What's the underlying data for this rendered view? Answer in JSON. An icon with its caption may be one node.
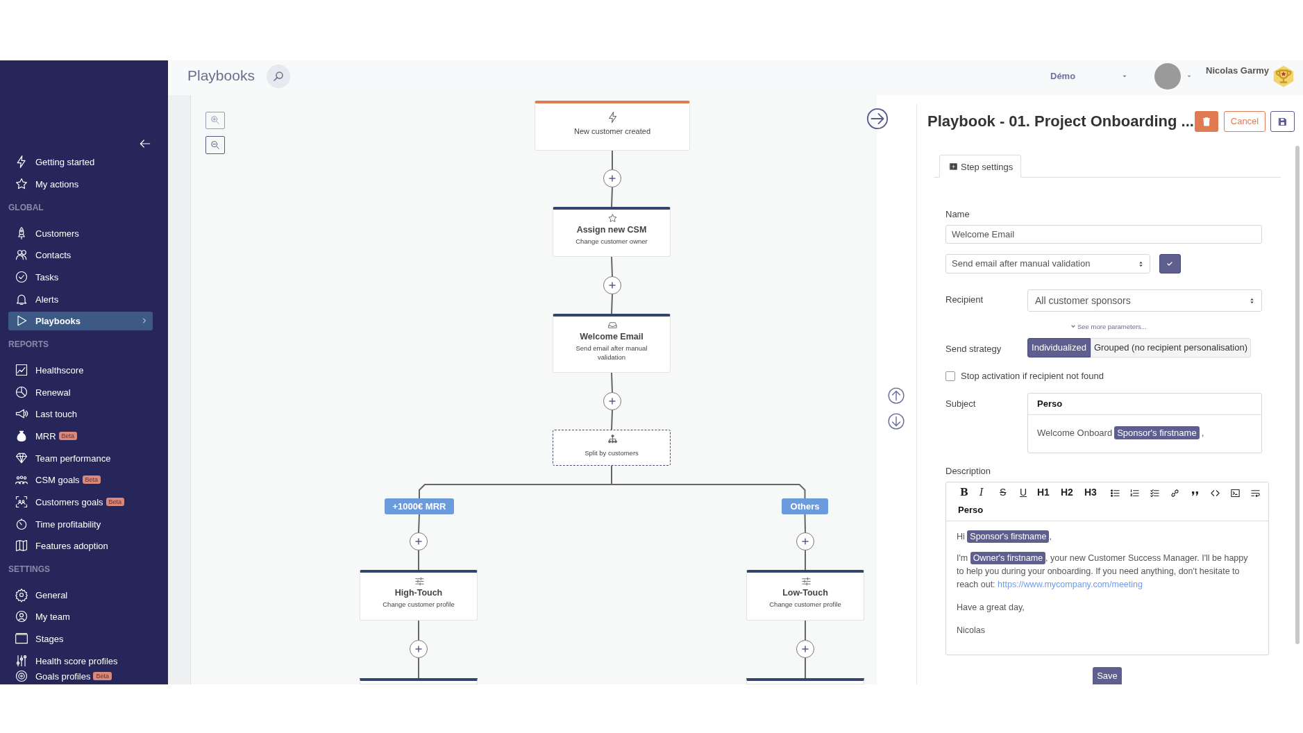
{
  "diagram": {
    "nodes": [
      {
        "text": [
          "New customer created"
        ]
      },
      {
        "text": [],
        "shape": "circle"
      },
      {
        "text": [
          "Assign new CSM",
          "Change customer owner"
        ]
      },
      {
        "text": [],
        "shape": "circle"
      },
      {
        "text": [
          "Welcome Email",
          "Send email after manual validation"
        ]
      },
      {
        "text": [],
        "shape": "circle"
      },
      {
        "text": [
          "Split by customers"
        ]
      },
      {
        "text": [
          "+1000€ MRR"
        ]
      },
      {
        "text": [
          "Others"
        ]
      },
      {
        "text": [],
        "shape": "circle"
      },
      {
        "text": [],
        "shape": "circle"
      },
      {
        "text": [
          "High-Touch",
          "Change customer profile"
        ]
      },
      {
        "text": [
          "Low-Touch",
          "Change customer profile"
        ]
      },
      {
        "text": [],
        "shape": "circle"
      },
      {
        "text": [],
        "shape": "circle"
      },
      {
        "text": [],
        "shape": "box"
      },
      {
        "text": [],
        "shape": "box"
      }
    ],
    "edges": [
      {
        "from": 0,
        "to": 1,
        "arrow": "none"
      },
      {
        "from": 1,
        "to": 2,
        "arrow": "none"
      },
      {
        "from": 2,
        "to": 3,
        "arrow": "none"
      },
      {
        "from": 3,
        "to": 4,
        "arrow": "none"
      },
      {
        "from": 4,
        "to": 5,
        "arrow": "none"
      },
      {
        "from": 5,
        "to": 6,
        "arrow": "none"
      },
      {
        "from": 6,
        "to": 7,
        "arrow": "none"
      },
      {
        "from": 6,
        "to": 8,
        "arrow": "none"
      },
      {
        "from": 7,
        "to": 9,
        "arrow": "none"
      },
      {
        "from": 8,
        "to": 10,
        "arrow": "none"
      },
      {
        "from": 9,
        "to": 11,
        "arrow": "none"
      },
      {
        "from": 10,
        "to": 12,
        "arrow": "none"
      },
      {
        "from": 11,
        "to": 13,
        "arrow": "none"
      },
      {
        "from": 12,
        "to": 14,
        "arrow": "none"
      },
      {
        "from": 13,
        "to": 15,
        "arrow": "none"
      },
      {
        "from": 14,
        "to": 16,
        "arrow": "none"
      }
    ],
    "labels": [
      "Getting started",
      "My actions",
      "GLOBAL",
      "Customers",
      "Contacts",
      "Tasks",
      "Alerts",
      "Playbooks",
      "REPORTS",
      "Healthscore",
      "Renewal",
      "Last touch",
      "MRR",
      "Beta",
      "Team performance",
      "CSM goals",
      "Beta",
      "Customers goals",
      "Beta",
      "Time profitability",
      "Features adoption",
      "SETTINGS",
      "General",
      "My team",
      "Stages",
      "Health score profiles",
      "Goals profiles",
      "Beta",
      "Playbooks",
      "Démo",
      "Nicolas Garmy",
      "Playbook - 01. Project Onboarding ...",
      "Cancel",
      "Step settings",
      "Name",
      "Welcome Email",
      "Send email after manual validation",
      "Recipient",
      "All customer sponsors",
      "See more parameters...",
      "Send strategy",
      "Individualized",
      "Grouped (no recipient personalisation)",
      "Stop activation if recipient not found",
      "Subject",
      "Perso",
      "Welcome Onboard",
      "Sponsor's firstname",
      ",",
      "Description",
      "B",
      "I",
      "S",
      "U",
      "H1",
      "H2",
      "H3",
      "Perso",
      "Hi",
      "Sponsor's firstname",
      ",",
      "I'm",
      "Owner's firstname",
      ", your new Customer Success Manager. I'll be happy to help you during your onboarding. If you need anything, don't hesitate to reach out:",
      "https://www.mycompany.com/meeting",
      "Have a great day,",
      "Nicolas",
      "Save"
    ]
  }
}
